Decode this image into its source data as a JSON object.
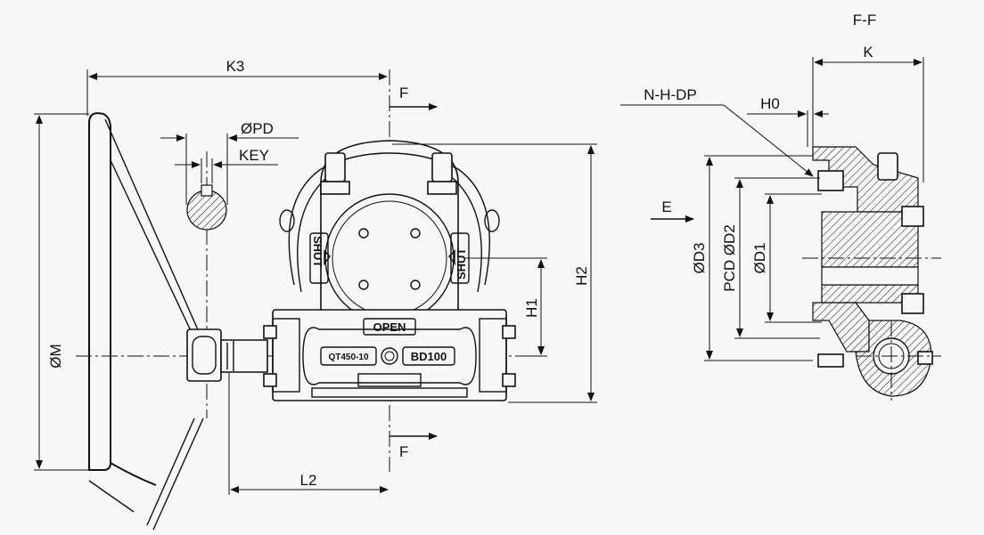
{
  "labels": {
    "section_title": "F-F",
    "k3": "K3",
    "section_mark_top": "F",
    "section_mark_bottom": "F",
    "pd": "ØPD",
    "key": "KEY",
    "m": "ØM",
    "l2": "L2",
    "h1": "H1",
    "h2": "H2",
    "k": "K",
    "nhdp": "N-H-DP",
    "h0": "H0",
    "e": "E",
    "d3": "ØD3",
    "pcd_d2": "PCD ØD2",
    "d1": "ØD1"
  },
  "plate": {
    "shut_left": "SHUT",
    "shut_right": "SHUT",
    "open": "OPEN",
    "model": "QT450-10",
    "bd": "BD100"
  }
}
